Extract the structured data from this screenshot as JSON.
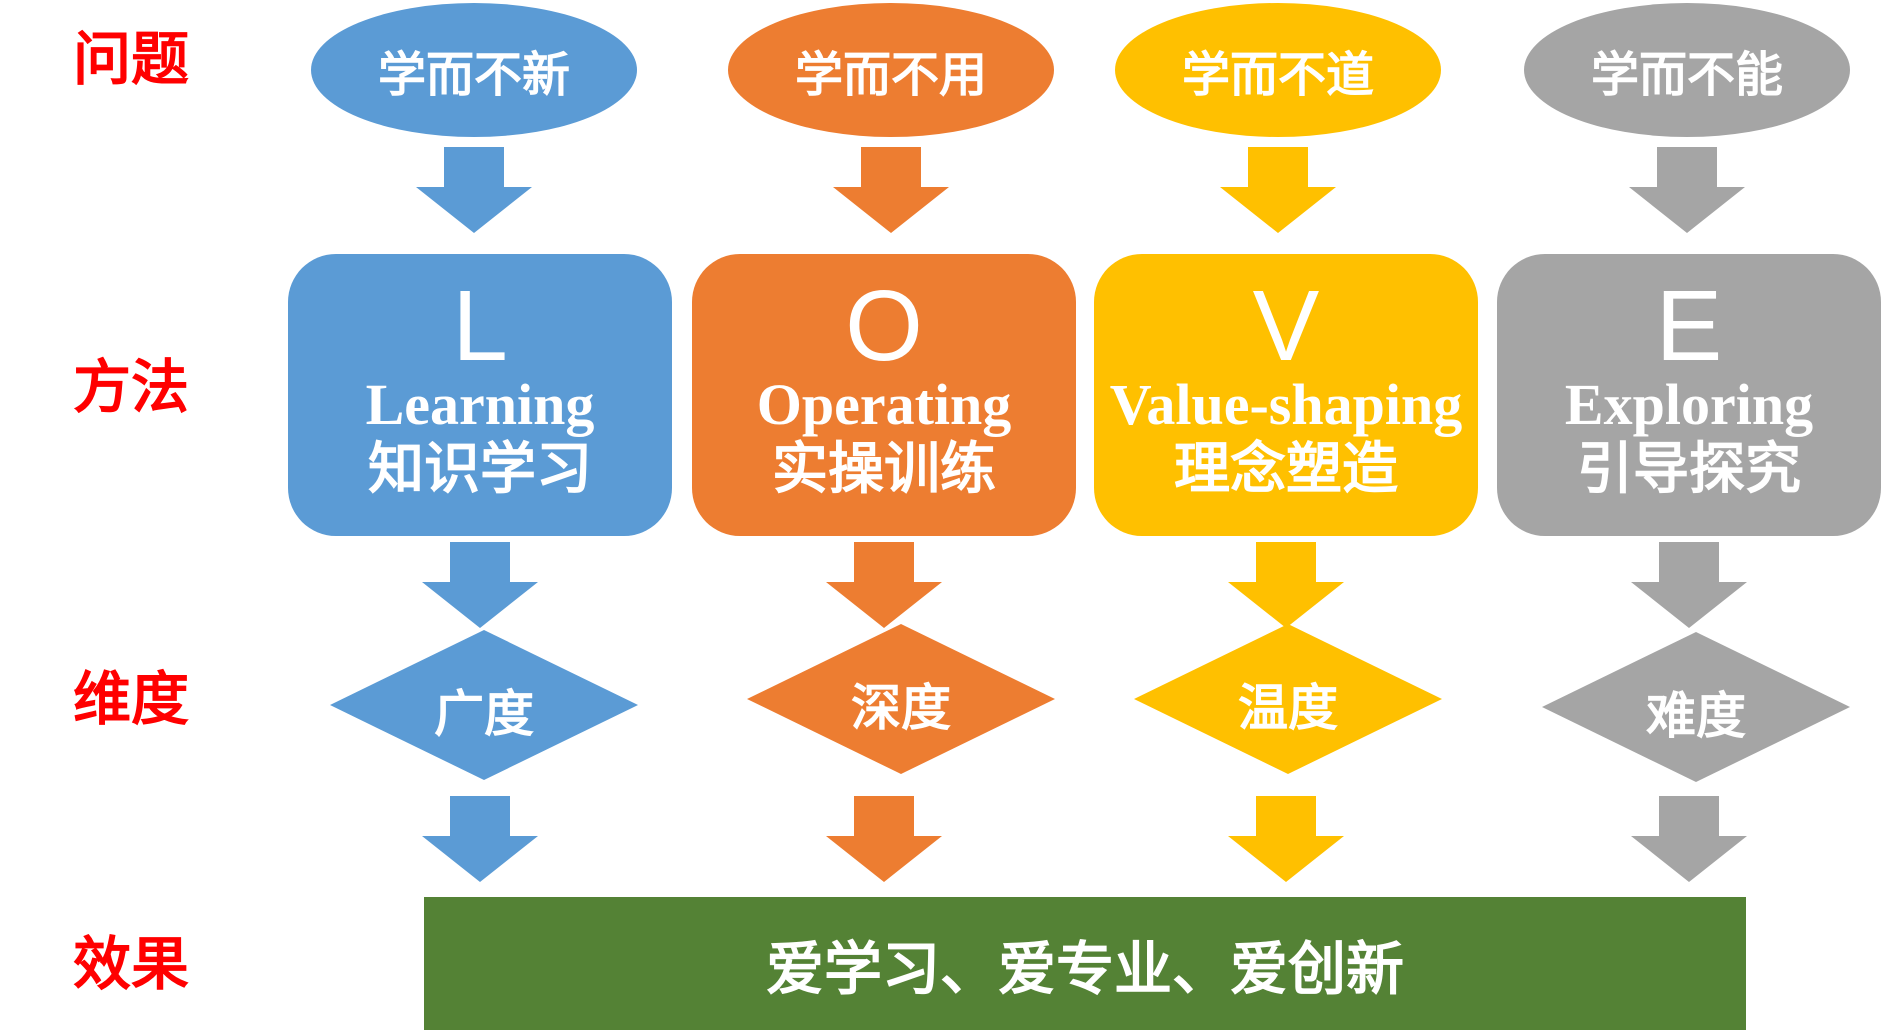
{
  "row_labels": {
    "problem": "问题",
    "method": "方法",
    "dimension": "维度",
    "effect": "效果"
  },
  "colors": {
    "blue": "#5B9BD5",
    "orange": "#ED7D31",
    "yellow": "#FFC000",
    "gray": "#A5A5A5",
    "green": "#548235",
    "label_red": "#FF0000"
  },
  "columns": [
    {
      "problem": "学而不新",
      "letter": "L",
      "english": "Learning",
      "chinese": "知识学习",
      "dimension": "广度"
    },
    {
      "problem": "学而不用",
      "letter": "O",
      "english": "Operating",
      "chinese": "实操训练",
      "dimension": "深度"
    },
    {
      "problem": "学而不道",
      "letter": "V",
      "english": "Value-shaping",
      "chinese": "理念塑造",
      "dimension": "温度"
    },
    {
      "problem": "学而不能",
      "letter": "E",
      "english": "Exploring",
      "chinese": "引导探究",
      "dimension": "难度"
    }
  ],
  "effect": "爱学习、爱专业、爱创新"
}
